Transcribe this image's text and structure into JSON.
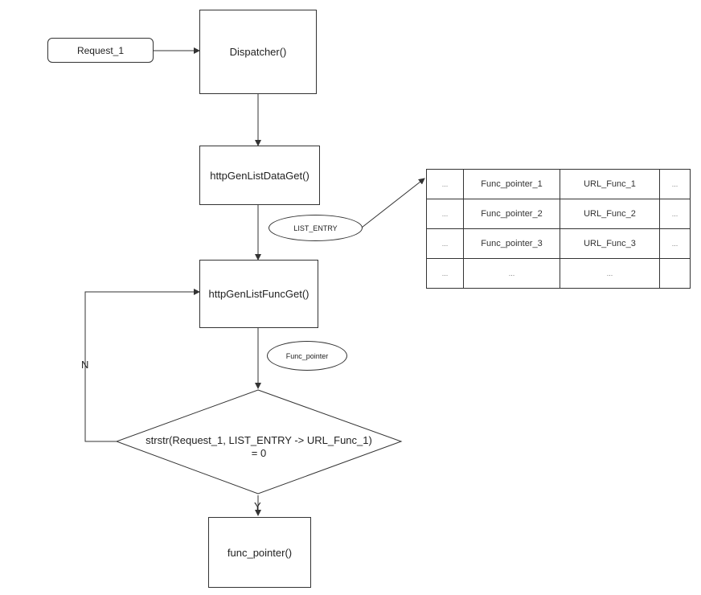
{
  "nodes": {
    "request": "Request_1",
    "dispatcher": "Dispatcher()",
    "list_data_get": "httpGenListDataGet()",
    "list_entry": "LIST_ENTRY",
    "list_func_get": "httpGenListFuncGet()",
    "func_pointer": "Func_pointer",
    "decision_line1": "strstr(Request_1, LIST_ENTRY -> URL_Func_1)",
    "decision_line2": "= 0",
    "func_pointer_call": "func_pointer()"
  },
  "edge_labels": {
    "no": "N",
    "yes": "Y"
  },
  "list_table": {
    "rows": [
      [
        "...",
        "Func_pointer_1",
        "URL_Func_1",
        "..."
      ],
      [
        "...",
        "Func_pointer_2",
        "URL_Func_2",
        "..."
      ],
      [
        "...",
        "Func_pointer_3",
        "URL_Func_3",
        "..."
      ],
      [
        "...",
        "...",
        "...",
        ""
      ]
    ]
  }
}
